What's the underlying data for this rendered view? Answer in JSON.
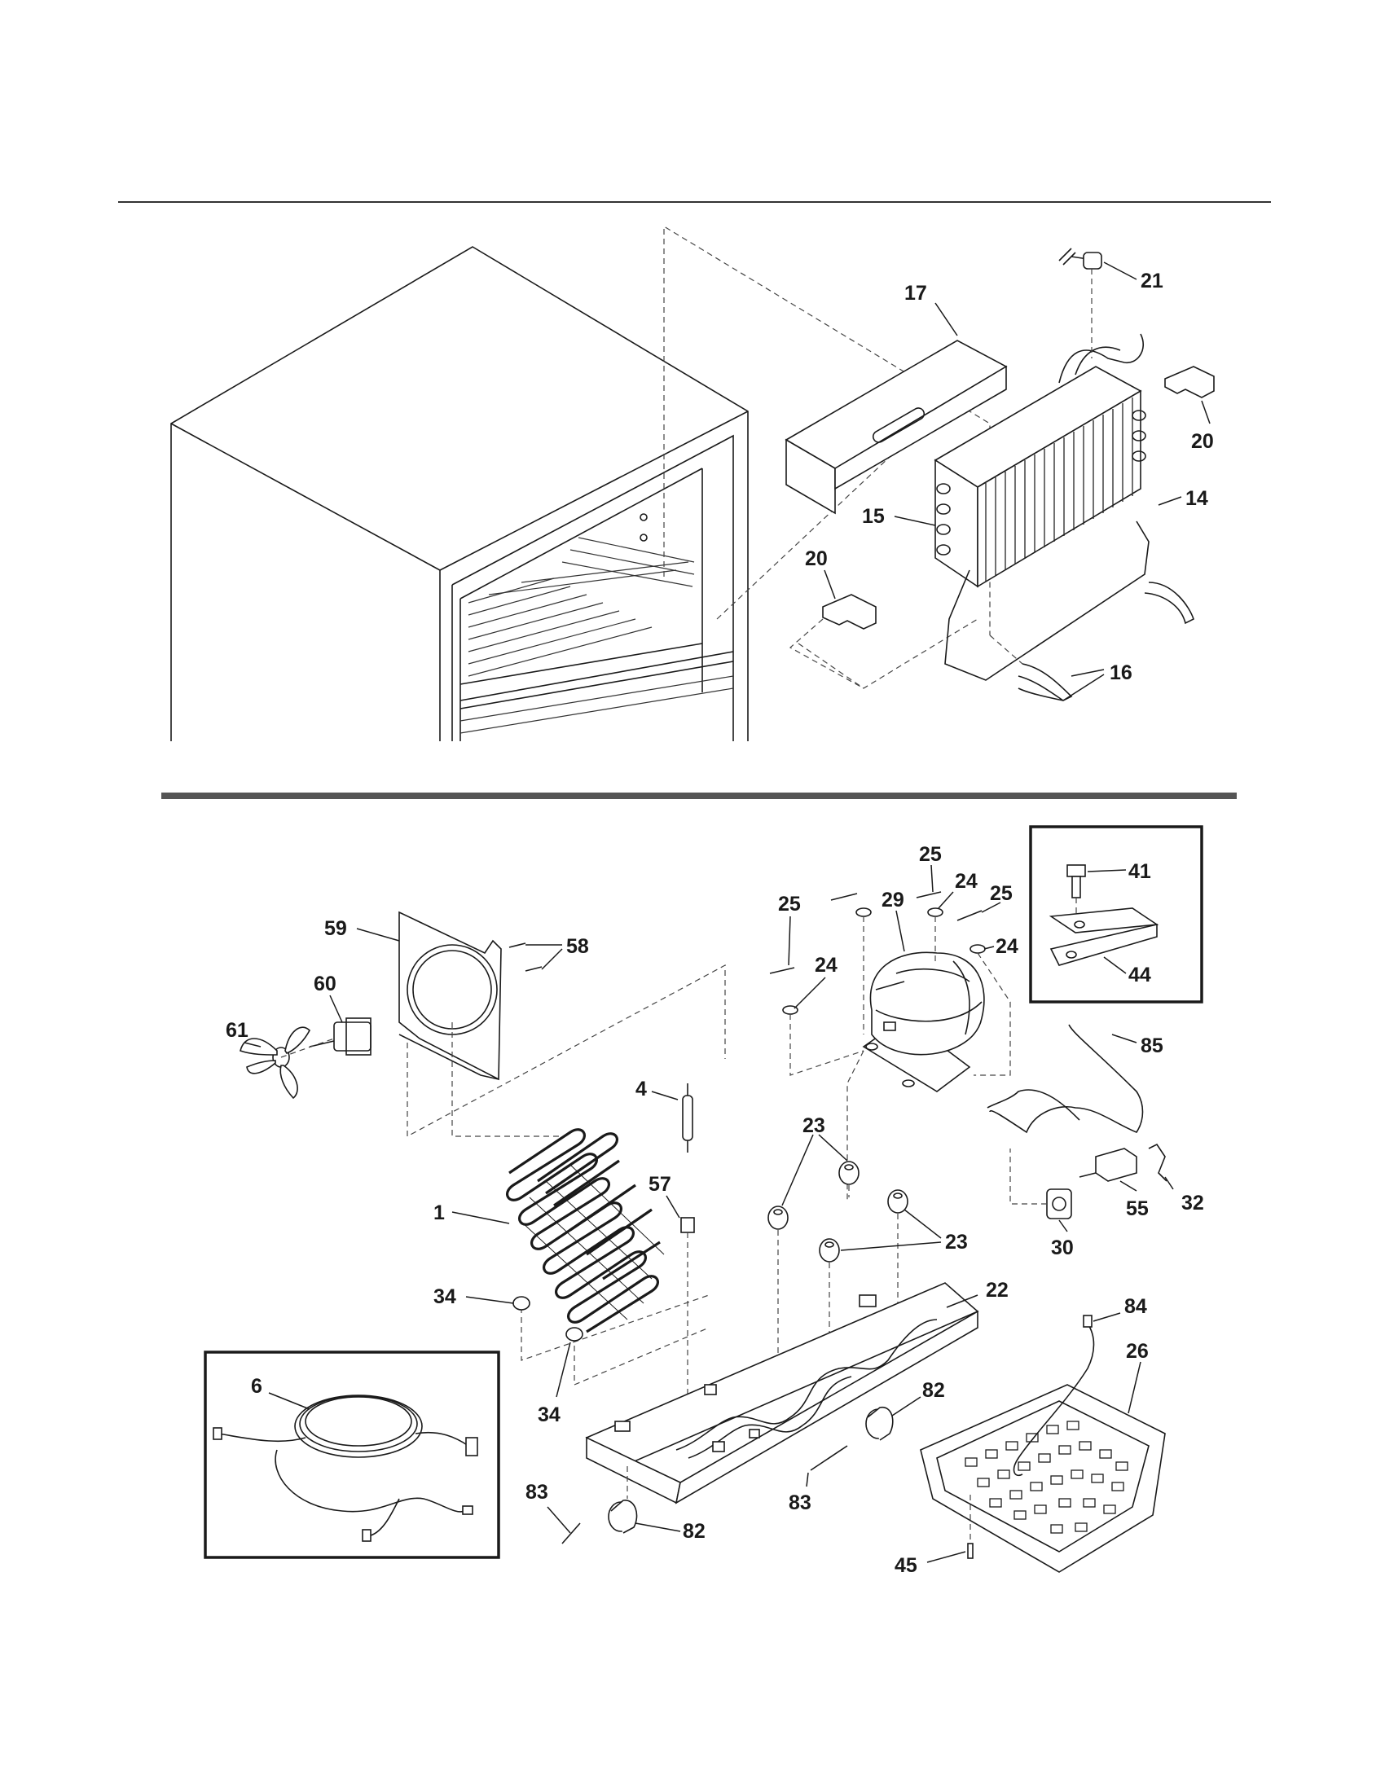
{
  "callouts": [
    {
      "id": "c21",
      "text": "21"
    },
    {
      "id": "c17",
      "text": "17"
    },
    {
      "id": "c20a",
      "text": "20"
    },
    {
      "id": "c14",
      "text": "14"
    },
    {
      "id": "c15",
      "text": "15"
    },
    {
      "id": "c20b",
      "text": "20"
    },
    {
      "id": "c16",
      "text": "16"
    },
    {
      "id": "c25a",
      "text": "25"
    },
    {
      "id": "c25b",
      "text": "25"
    },
    {
      "id": "c25c",
      "text": "25"
    },
    {
      "id": "c24a",
      "text": "24"
    },
    {
      "id": "c24b",
      "text": "24"
    },
    {
      "id": "c24c",
      "text": "24"
    },
    {
      "id": "c29",
      "text": "29"
    },
    {
      "id": "c41",
      "text": "41"
    },
    {
      "id": "c44",
      "text": "44"
    },
    {
      "id": "c59",
      "text": "59"
    },
    {
      "id": "c58",
      "text": "58"
    },
    {
      "id": "c60",
      "text": "60"
    },
    {
      "id": "c61",
      "text": "61"
    },
    {
      "id": "c85",
      "text": "85"
    },
    {
      "id": "c4",
      "text": "4"
    },
    {
      "id": "c23a",
      "text": "23"
    },
    {
      "id": "c23b",
      "text": "23"
    },
    {
      "id": "c57",
      "text": "57"
    },
    {
      "id": "c1",
      "text": "1"
    },
    {
      "id": "c55",
      "text": "55"
    },
    {
      "id": "c32",
      "text": "32"
    },
    {
      "id": "c30",
      "text": "30"
    },
    {
      "id": "c34a",
      "text": "34"
    },
    {
      "id": "c34b",
      "text": "34"
    },
    {
      "id": "c22",
      "text": "22"
    },
    {
      "id": "c84",
      "text": "84"
    },
    {
      "id": "c26",
      "text": "26"
    },
    {
      "id": "c6",
      "text": "6"
    },
    {
      "id": "c82a",
      "text": "82"
    },
    {
      "id": "c82b",
      "text": "82"
    },
    {
      "id": "c83a",
      "text": "83"
    },
    {
      "id": "c83b",
      "text": "83"
    },
    {
      "id": "c45",
      "text": "45"
    }
  ]
}
